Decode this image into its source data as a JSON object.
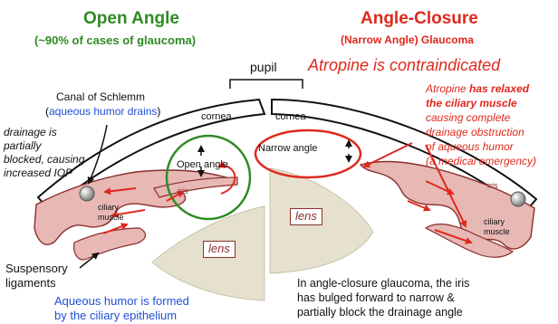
{
  "open_angle": {
    "title": "Open Angle",
    "subtitle": "(~90% of cases of glaucoma)"
  },
  "angle_closure": {
    "title": "Angle-Closure",
    "subtitle": "(Narrow Angle) Glaucoma",
    "warning": "Atropine is contraindicated"
  },
  "labels": {
    "pupil": "pupil",
    "canal_line1": "Canal of Schlemm",
    "canal_paren_open": "(",
    "canal_line2": "aqueous humor drains",
    "canal_paren_close": ")",
    "drainage_line1": "drainage is",
    "drainage_line2": "partially",
    "drainage_line3": "blocked, causing",
    "drainage_line4": "increased IOP",
    "cornea_left": "cornea",
    "cornea_right": "cornea",
    "open_angle": "Open angle",
    "narrow_angle": "Narrow angle",
    "iris_left": "iris",
    "iris_right": "iris",
    "ciliary_left_1": "ciliary",
    "ciliary_left_2": "muscle",
    "ciliary_right_1": "ciliary",
    "ciliary_right_2": "muscle",
    "lens_left": "lens",
    "lens_right": "lens",
    "suspensory_1": "Suspensory",
    "suspensory_2": "ligaments",
    "aqueous_formed_1": "Aqueous humor is formed",
    "aqueous_formed_2": "by the ciliary epithelium",
    "atropine_1a": "Atropine ",
    "atropine_1b": "has relaxed",
    "atropine_2": "the ciliary muscle",
    "atropine_3": "causing complete",
    "atropine_4": "drainage obstruction",
    "atropine_5": "of aqueous humor",
    "atropine_6": "(a medical emergency)",
    "closure_note_1": "In angle-closure glaucoma, the iris",
    "closure_note_2": "has bulged forward to narrow &",
    "closure_note_3": "partially block the drainage angle"
  },
  "colors": {
    "green": "#2e8b23",
    "red": "#e0281c",
    "blue": "#1f4fd6",
    "tissue_fill": "#e7b8b4",
    "tissue_stroke": "#8b2d2d",
    "lens_fill": "#e6e1cf"
  }
}
